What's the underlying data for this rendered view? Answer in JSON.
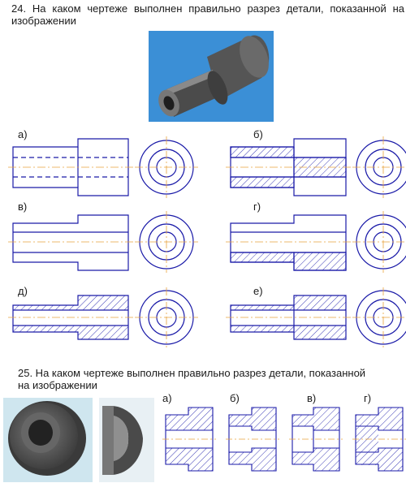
{
  "q24": {
    "text": "24. На каком чертеже выполнен правильно разрез детали, показанной на изображении",
    "labels": [
      "а)",
      "б)",
      "в)",
      "г)",
      "д)",
      "е)"
    ]
  },
  "q25": {
    "text": "25. На каком чертеже выполнен правильно разрез детали, показанной на изображении",
    "labels": [
      "а)",
      "б)",
      "в)",
      "г)"
    ]
  },
  "colors": {
    "line": "#1a1aa8",
    "axis": "#e8a23c",
    "hatch": "#2a2ab0",
    "part": "#4a4a4a"
  },
  "icons": [
    "part-3d-stepped-bushing",
    "part-3d-ring",
    "part-3d-ring-cutaway"
  ]
}
